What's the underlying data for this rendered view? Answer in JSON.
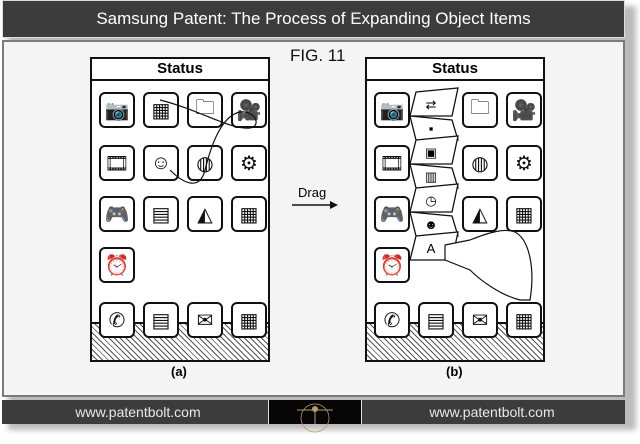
{
  "header": {
    "title": "Samsung Patent: The Process of Expanding Object Items"
  },
  "figure": {
    "label": "FIG. 11",
    "drag_label": "Drag",
    "panels": [
      {
        "caption": "(a)",
        "status": "Status",
        "icons": [
          "camera",
          "stacked-items",
          "folder",
          "video-camera",
          "film-music",
          "contacts",
          "globe",
          "settings-gear",
          "gamepad",
          "tv",
          "maps",
          "calculator",
          "alarm-clock"
        ],
        "dock": [
          "phone",
          "messages",
          "mail",
          "apps-grid"
        ]
      },
      {
        "caption": "(b)",
        "status": "Status",
        "icons": [
          "camera",
          "",
          "folder",
          "video-camera",
          "film-music",
          "",
          "globe",
          "settings-gear",
          "gamepad",
          "",
          "maps",
          "calculator",
          "alarm-clock"
        ],
        "expanded_items": [
          "transfer",
          "media-player",
          "documents",
          "calendar",
          "clock",
          "contacts-settings",
          "text-editor"
        ],
        "dock": [
          "phone",
          "messages",
          "mail",
          "apps-grid"
        ]
      }
    ]
  },
  "footer": {
    "left_url": "www.patentbolt.com",
    "right_url": "www.patentbolt.com"
  }
}
